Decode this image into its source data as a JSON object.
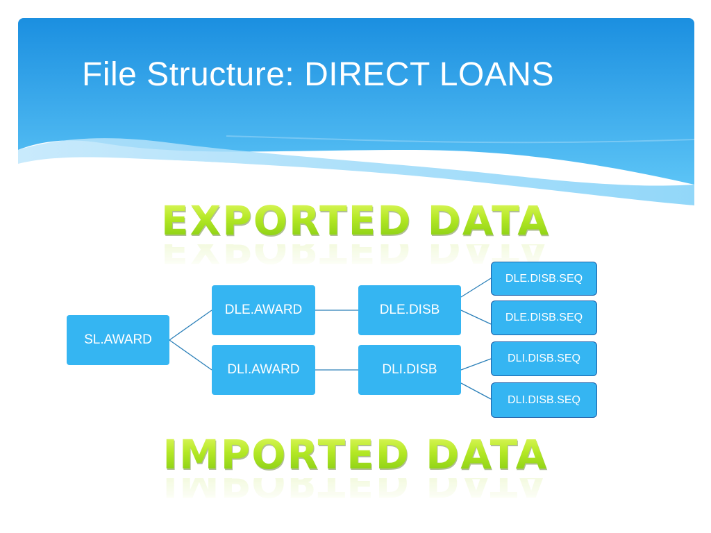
{
  "slide": {
    "title": "File Structure:  DIRECT LOANS",
    "exported_label": "EXPORTED DATA",
    "imported_label": "IMPORTED DATA"
  },
  "diagram": {
    "root": "SL.AWARD",
    "level1": [
      "DLE.AWARD",
      "DLI.AWARD"
    ],
    "level2": [
      "DLE.DISB",
      "DLI.DISB"
    ],
    "leaves": [
      "DLE.DISB.SEQ",
      "DLE.DISB.SEQ",
      "DLI.DISB.SEQ",
      "DLI.DISB.SEQ"
    ]
  },
  "colors": {
    "header_top": "#1b8fe0",
    "header_bottom": "#5cc4f6",
    "node_fill": "#35b5f2",
    "leaf_border": "#1b5fa8",
    "connector": "#2a7fb8",
    "banner_green": "#a8e01c"
  }
}
